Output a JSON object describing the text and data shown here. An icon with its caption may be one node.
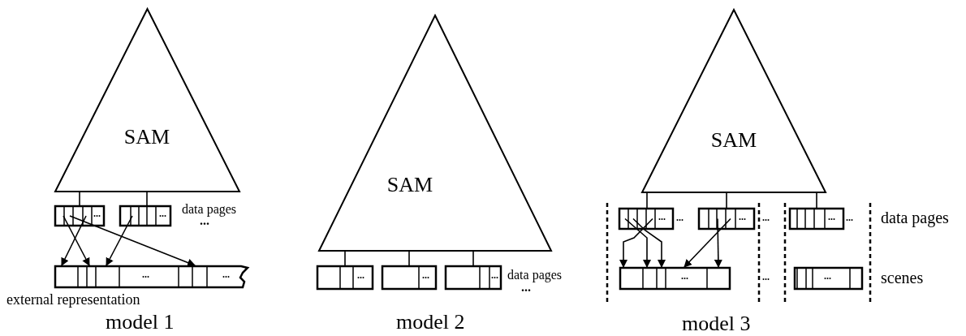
{
  "diagram": {
    "nodes": [
      {
        "text": [
          "SAM"
        ]
      },
      {
        "text": [
          "..."
        ]
      },
      {
        "text": [
          "..."
        ]
      },
      {
        "text": [
          "...",
          "..."
        ],
        "beside": [
          "external representation"
        ]
      },
      {
        "text": [
          "SAM"
        ]
      },
      {
        "text": [
          "..."
        ]
      },
      {
        "text": [
          "..."
        ]
      },
      {
        "text": [
          "..."
        ]
      },
      {
        "text": [
          "SAM"
        ]
      },
      {
        "text": [
          "..."
        ]
      },
      {
        "text": [
          "..."
        ]
      },
      {
        "text": [
          "..."
        ]
      },
      {
        "text": [
          "..."
        ]
      },
      {
        "text": [
          "..."
        ]
      }
    ],
    "edges": [
      {
        "from": 0,
        "to": 1,
        "arrow": "none"
      },
      {
        "from": 0,
        "to": 2,
        "arrow": "none"
      },
      {
        "from": 1,
        "to": 3,
        "arrow": "to"
      },
      {
        "from": 1,
        "to": 3,
        "arrow": "to"
      },
      {
        "from": 1,
        "to": 3,
        "arrow": "to"
      },
      {
        "from": 2,
        "to": 3,
        "arrow": "to"
      },
      {
        "from": 4,
        "to": 5,
        "arrow": "none"
      },
      {
        "from": 4,
        "to": 6,
        "arrow": "none"
      },
      {
        "from": 4,
        "to": 7,
        "arrow": "none"
      },
      {
        "from": 8,
        "to": 9,
        "arrow": "none"
      },
      {
        "from": 8,
        "to": 10,
        "arrow": "none"
      },
      {
        "from": 8,
        "to": 11,
        "arrow": "none"
      },
      {
        "from": 9,
        "to": 12,
        "arrow": "to"
      },
      {
        "from": 9,
        "to": 12,
        "arrow": "to"
      },
      {
        "from": 9,
        "to": 12,
        "arrow": "to"
      },
      {
        "from": 10,
        "to": 12,
        "arrow": "to"
      },
      {
        "from": 10,
        "to": 12,
        "arrow": "to"
      }
    ],
    "labels": [
      "data pages",
      "...",
      "model 1",
      "data pages",
      "...",
      "model 2",
      "...",
      "...",
      "...",
      "data pages",
      "...",
      "scenes",
      "model 3"
    ]
  }
}
